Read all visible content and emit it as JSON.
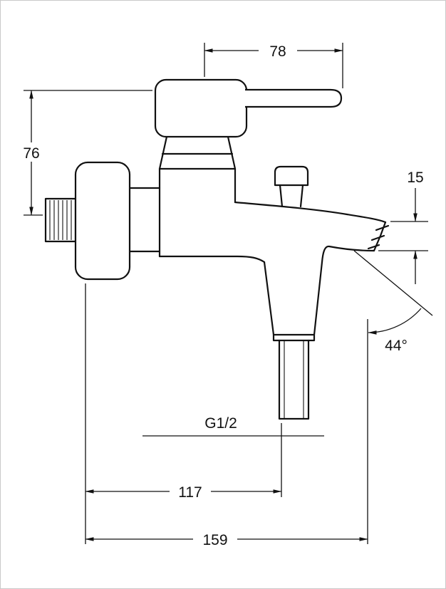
{
  "drawing": {
    "labels": {
      "top_width": "78",
      "side_height": "76",
      "spout_tip_height": "15",
      "spray_angle": "44°",
      "thread": "G1/2",
      "shower_outlet_reach": "117",
      "spout_reach": "159"
    },
    "colors": {
      "line": "#111111",
      "background": "#ffffff",
      "frame": "#c9c9c9"
    }
  }
}
